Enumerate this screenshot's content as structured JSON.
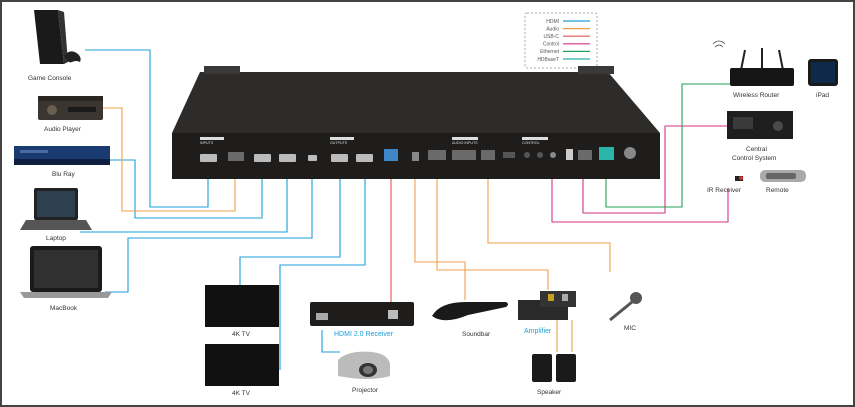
{
  "legend": {
    "items": [
      {
        "label": "HDMI",
        "color": "#1d9fd8"
      },
      {
        "label": "Audio",
        "color": "#f0a04b"
      },
      {
        "label": "USB-C",
        "color": "#e05555"
      },
      {
        "label": "Control",
        "color": "#d63384"
      },
      {
        "label": "Ethernet",
        "color": "#21a35a"
      },
      {
        "label": "HDBaseT",
        "color": "#2bb5a8"
      }
    ]
  },
  "panel": {
    "inputs": "INPUTS",
    "outputs": "OUTPUTS",
    "audio_inputs": "AUDIO INPUTS",
    "control": "CONTROL"
  },
  "devices": {
    "game_console": "Game Console",
    "audio_player": "Audio Player",
    "blu_ray": "Blu Ray",
    "laptop": "Laptop",
    "macbook": "MacBook",
    "tv1": "4K TV",
    "tv2": "4K TV",
    "hdmi_receiver": "HDMI 2.0 Receiver",
    "projector": "Projector",
    "soundbar": "Soundbar",
    "amplifier": "Amplifier",
    "speaker": "Speaker",
    "mic": "MIC",
    "wireless_router": "Wireless Router",
    "ipad": "iPad",
    "central_control_1": "Central",
    "central_control_2": "Control System",
    "ir_receiver": "IR Receiver",
    "remote": "Remote"
  }
}
